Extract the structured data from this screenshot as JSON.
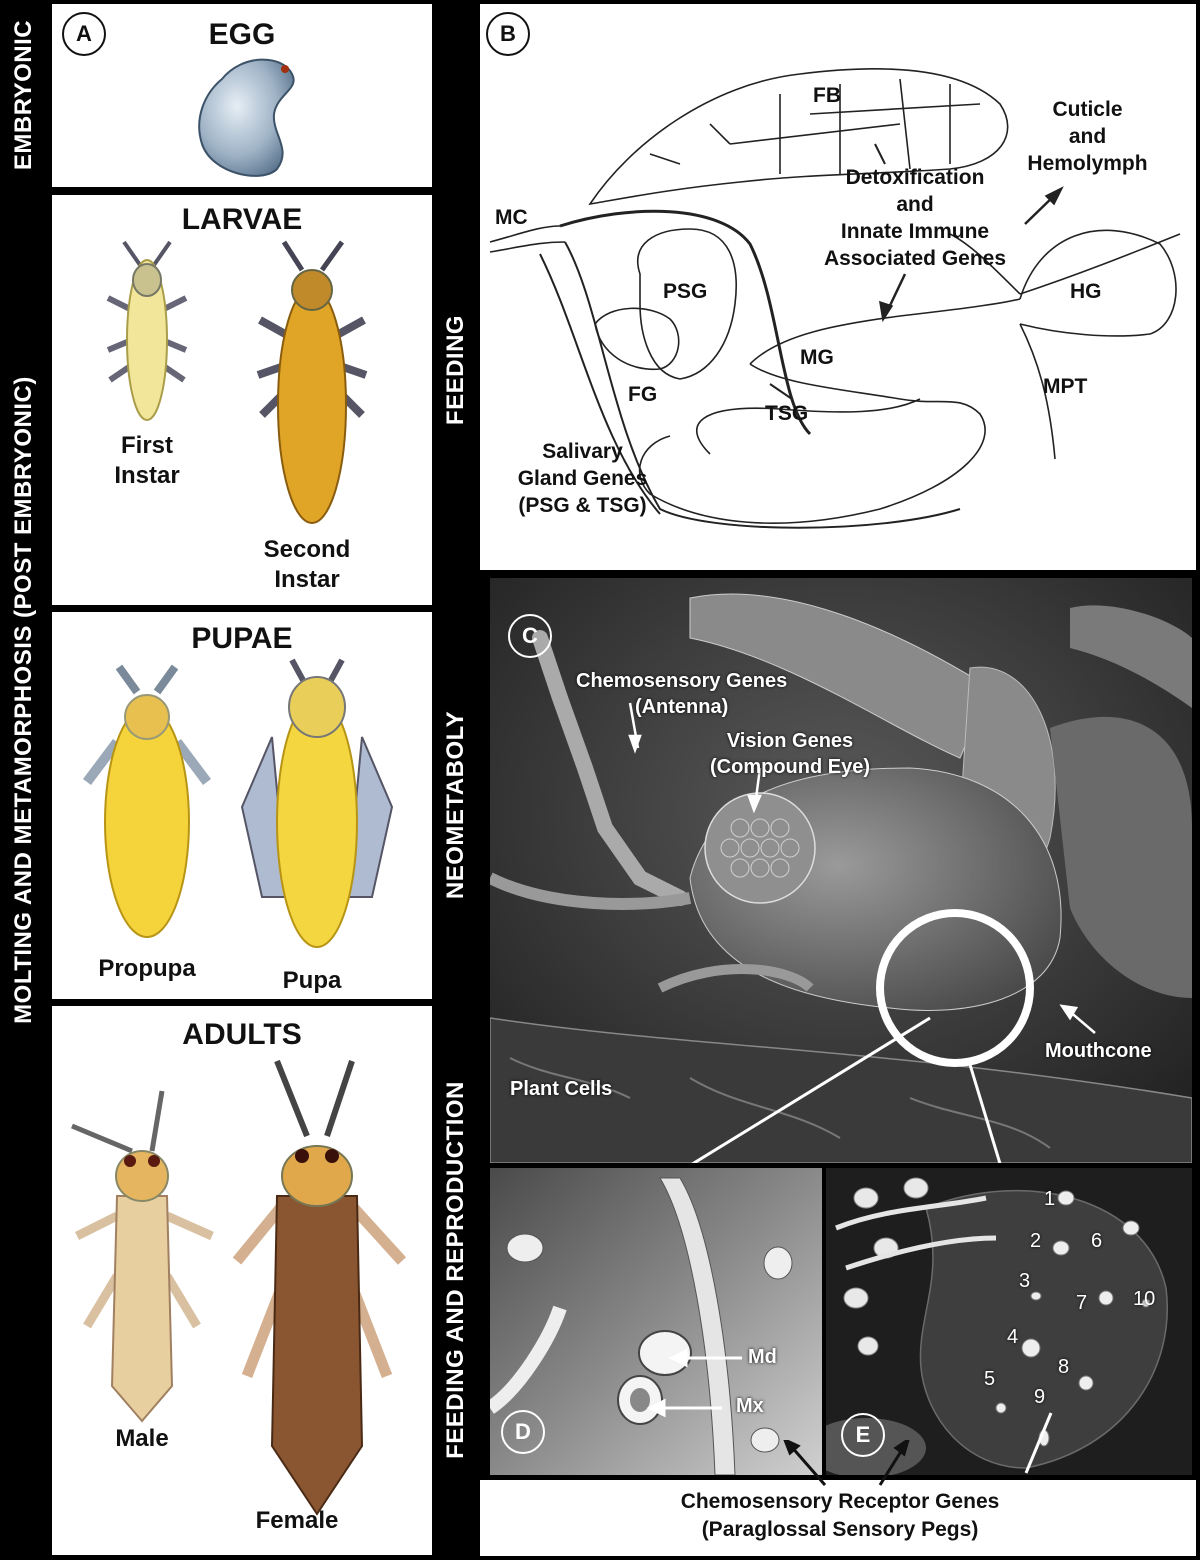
{
  "side_labels": {
    "embryonic": "EMBRYONIC",
    "molting": "MOLTING AND METAMORPHOSIS (POST EMBRYONIC)",
    "feeding": "FEEDING",
    "neometaboly": "NEOMETABOLY",
    "feeding_reproduction": "FEEDING AND REPRODUCTION"
  },
  "panel_a": {
    "letter": "A",
    "egg_title": "EGG",
    "larvae": {
      "title": "LARVAE",
      "first": "First\nInstar",
      "second": "Second\nInstar"
    },
    "pupae": {
      "title": "PUPAE",
      "propupa": "Propupa",
      "pupa": "Pupa"
    },
    "adults": {
      "title": "ADULTS",
      "male": "Male",
      "female": "Female"
    }
  },
  "panel_b": {
    "letter": "B",
    "labels": {
      "fb": "FB",
      "cuticle": "Cuticle\nand\nHemolymph",
      "detox": "Detoxification\nand\nInnate Immune\nAssociated Genes",
      "mc": "MC",
      "psg": "PSG",
      "hg": "HG",
      "mg": "MG",
      "mpt": "MPT",
      "fg": "FG",
      "tsg": "TSG",
      "salivary": "Salivary\nGland Genes\n(PSG & TSG)"
    }
  },
  "panel_c": {
    "letter": "C",
    "chemosensory": "Chemosensory Genes\n(Antenna)",
    "vision": "Vision Genes\n(Compound Eye)",
    "mouthcone": "Mouthcone",
    "plant_cells": "Plant Cells"
  },
  "panel_d": {
    "letter": "D",
    "md": "Md",
    "mx": "Mx"
  },
  "panel_e": {
    "letter": "E",
    "pegs": [
      "1",
      "2",
      "3",
      "4",
      "5",
      "6",
      "7",
      "8",
      "9",
      "10"
    ]
  },
  "bottom_caption": "Chemosensory Receptor Genes\n(Paraglossal Sensory Pegs)"
}
